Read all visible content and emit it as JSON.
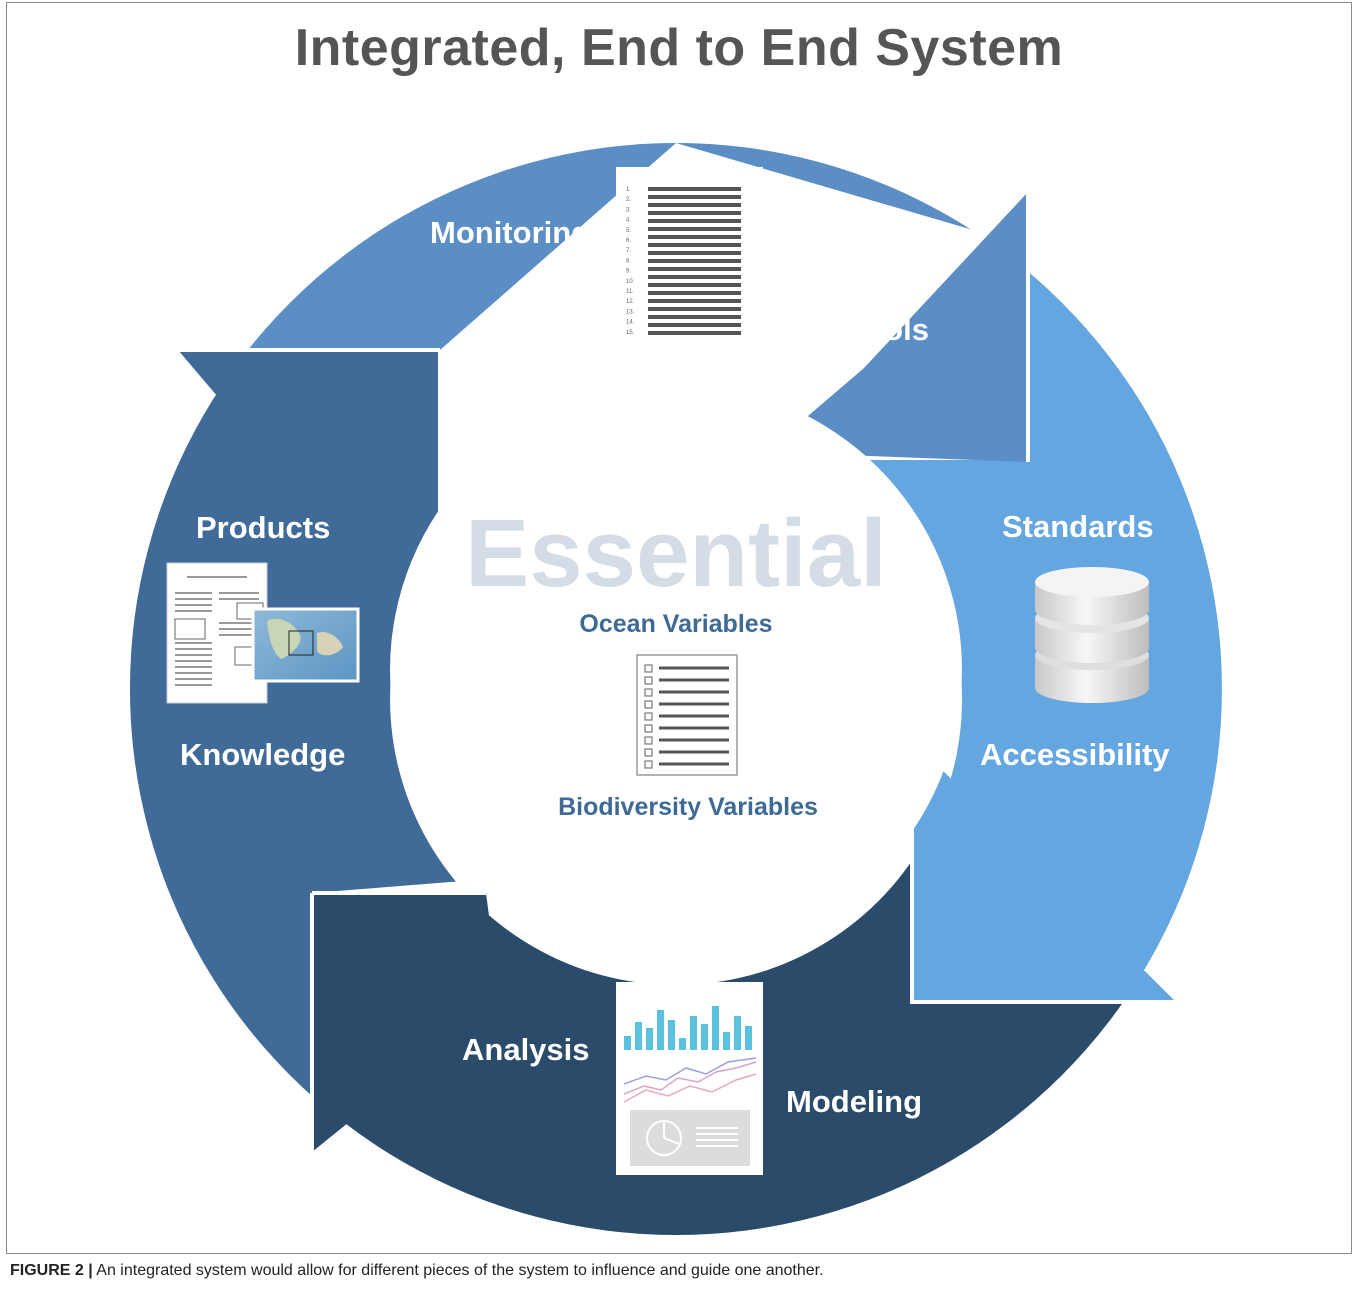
{
  "title": "Integrated, End to End System",
  "center": {
    "heading": "Essential",
    "sub_top": "Ocean Variables",
    "sub_bottom": "Biodiversity Variables"
  },
  "segments": {
    "top": {
      "label_a": "Monitoring",
      "label_b": "Protocols",
      "color": "#5a8ec4",
      "icon": "numbered-list-document-icon"
    },
    "right": {
      "label_a": "Standards",
      "label_b": "Accessibility",
      "color": "#64a6e0",
      "icon": "database-icon"
    },
    "bottom": {
      "label_a": "Analysis",
      "label_b": "Modeling",
      "color": "#2b4b6a",
      "icon": "chart-report-icon"
    },
    "left": {
      "label_a": "Products",
      "label_b": "Knowledge",
      "color": "#406b98",
      "icon": "map-report-icon"
    }
  },
  "list_numbers": [
    "1.",
    "2.",
    "3.",
    "4.",
    "5.",
    "6.",
    "7.",
    "8.",
    "9.",
    "10.",
    "11.",
    "12.",
    "13.",
    "14.",
    "15."
  ],
  "caption": {
    "label": "FIGURE 2 |",
    "text": " An integrated system would allow for different pieces of the system to influence and guide one another."
  }
}
